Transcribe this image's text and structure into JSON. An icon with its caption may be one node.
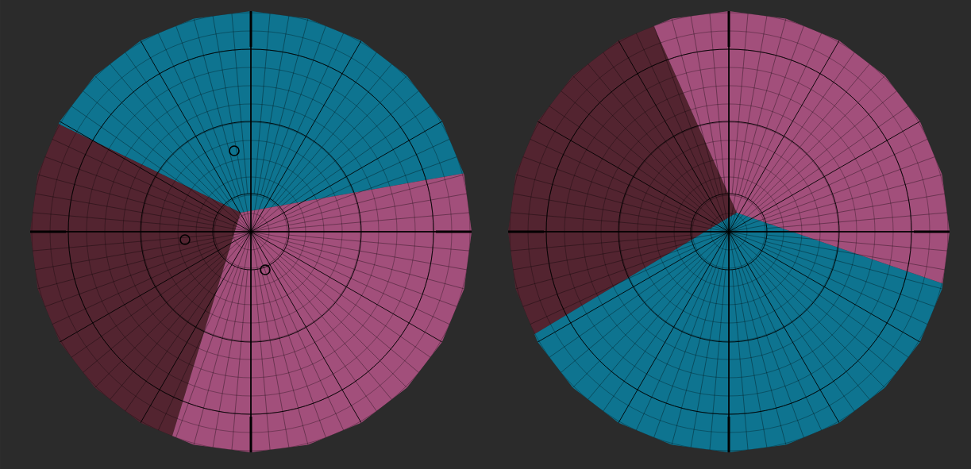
{
  "diagram": {
    "nodes": [
      {
        "text": [],
        "shape": "circle"
      },
      {
        "text": [],
        "shape": "circle"
      },
      {
        "text": [],
        "shape": "circle"
      },
      {
        "text": [],
        "shape": "circle"
      },
      {
        "text": [],
        "shape": "circle"
      }
    ]
  }
}
